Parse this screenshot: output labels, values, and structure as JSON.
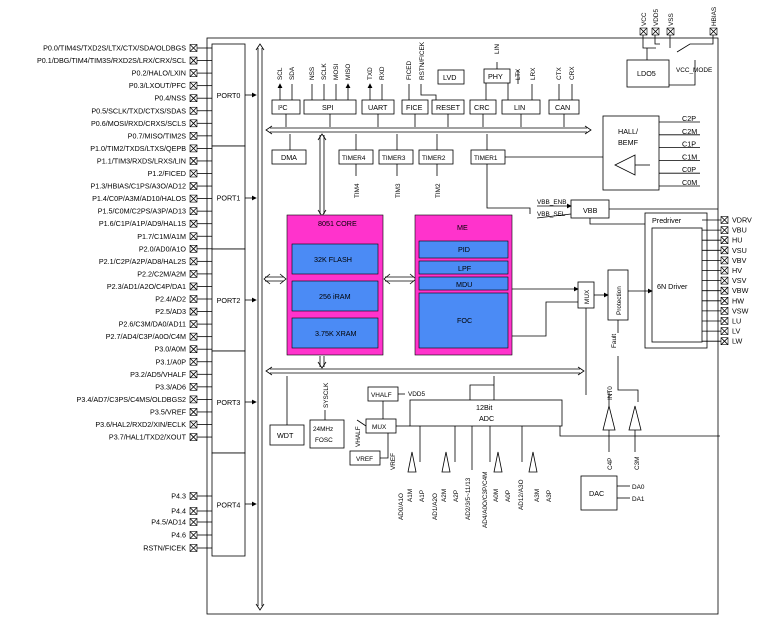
{
  "left_pins": [
    "P0.0/TIM4S/TXD2S/LTX/CTX/SDA/OLDBGS",
    "P0.1/DBG/TIM4/TIM3S/RXD2S/LRX/CRX/SCL",
    "P0.2/HALO/LXIN",
    "P0.3/LXOUT/PFC",
    "P0.4/NSS",
    "P0.5/SCLK/TXD/CTXS/SDAS",
    "P0.6/MOSI/RXD/CRXS/SCLS",
    "P0.7/MISO/TIM2S",
    "P1.0/TIM2/TXDS/LTXS/QEPB",
    "P1.1/TIM3/RXDS/LRXS/LIN",
    "P1.2/FICED",
    "P1.3/HBIAS/C1PS/A3O/AD12",
    "P1.4/C0P/A3M/AD10/HALOS",
    "P1.5/C0M/C2PS/A3P/AD13",
    "P1.6/C1P/A1P/AD9/HAL1S",
    "P1.7/C1M/A1M",
    "P2.0/AD0/A1O",
    "P2.1/C2P/A2P/AD8/HAL2S",
    "P2.2/C2M/A2M",
    "P2.3/AD1/A2O/C4P/DA1",
    "P2.4/AD2",
    "P2.5/AD3",
    "P2.6/C3M/DA0/AD11",
    "P2.7/AD4/C3P/A0O/C4M",
    "P3.0/A0M",
    "P3.1/A0P",
    "P3.2/AD5/VHALF",
    "P3.3/AD6",
    "P3.4/AD7/C3PS/C4MS/OLDBGS2",
    "P3.5/VREF",
    "P3.6/HAL2/RXD2/XIN/ECLK",
    "P3.7/HAL1/TXD2/XOUT",
    "P4.3",
    "P4.4",
    "P4.5/AD14",
    "P4.6",
    "RSTN/FICEK"
  ],
  "ports": [
    "PORT0",
    "PORT1",
    "PORT2",
    "PORT3",
    "PORT4"
  ],
  "right_pins": [
    "VDRV",
    "VBU",
    "HU",
    "VSU",
    "VBV",
    "HV",
    "VSV",
    "VBW",
    "HW",
    "VSW",
    "LU",
    "LV",
    "LW"
  ],
  "top_pins": [
    "VCC",
    "VDD5",
    "VSS",
    "HBIAS"
  ],
  "ldo": {
    "label": "LDO5",
    "vcc_mode": "VCC_MODE"
  },
  "periph_signals": {
    "i2c": [
      "SCL",
      "SDA"
    ],
    "spi": [
      "NSS",
      "SCLK",
      "MOSI",
      "MISO"
    ],
    "uart": [
      "TXD",
      "RXD"
    ],
    "fice": [
      "FICED"
    ],
    "reset": [
      "RSTN/FICEK"
    ],
    "phy": [
      "LIN"
    ],
    "lin": [
      "LTX",
      "LRX"
    ],
    "can": [
      "CTX",
      "CRX"
    ]
  },
  "blocks": {
    "i2c": "I²C",
    "spi": "SPI",
    "uart": "UART",
    "fice": "FICE",
    "reset": "RESET",
    "lvd": "LVD",
    "phy": "PHY",
    "crc": "CRC",
    "lin": "LIN",
    "can": "CAN",
    "dma": "DMA",
    "timer4": "TIMER4",
    "timer3": "TIMER3",
    "timer2": "TIMER2",
    "timer1": "TIMER1",
    "tim4": "TIM4",
    "tim3": "TIM3",
    "tim2": "TIM2",
    "hall_bemf_1": "HALL/",
    "hall_bemf_2": "BEMF",
    "vbb": "VBB",
    "vbb_enb": "VBB_ENB",
    "vbb_sel": "VBB_SEL",
    "predriver": "Predriver",
    "driver": "6N Driver",
    "protection": "Protection",
    "fault": "Fault",
    "mux": "MUX",
    "wdt": "WDT",
    "fosc_1": "24MHz",
    "fosc_2": "FOSC",
    "sysclk": "SYSCLK",
    "vhalf": "VHALF",
    "vdd5": "VDD5",
    "mux2": "MUX",
    "vref": "VREF",
    "vhalf_v": "VHALF",
    "vref_v": "VREF",
    "adc_1": "12Bit",
    "adc_2": "ADC",
    "int0": "INT0",
    "c4p": "C4P",
    "c3m": "C3M",
    "dac": "DAC",
    "da0": "DA0",
    "da1": "DA1"
  },
  "hall_pins": [
    "C2P",
    "C2M",
    "C1P",
    "C1M",
    "C0P",
    "C0M"
  ],
  "core": {
    "title": "8051 CORE",
    "mem": [
      "32K FLASH",
      "256 iRAM",
      "3.75K XRAM"
    ]
  },
  "me": {
    "title": "ME",
    "subs": [
      "PID",
      "LPF",
      "MDU",
      "FOC"
    ]
  },
  "opamps": {
    "a1": [
      "A1M",
      "A1P"
    ],
    "a2": [
      "A2M",
      "A2P"
    ],
    "a0": [
      "A0M",
      "A0P"
    ],
    "a3": [
      "A3M",
      "A3P"
    ]
  },
  "adc_inputs": [
    "AD0/A1O",
    "AD1/A2O",
    "AD2/3/5~11/13",
    "AD4/A0O/C3P/C4M",
    "AD12/A3O"
  ]
}
